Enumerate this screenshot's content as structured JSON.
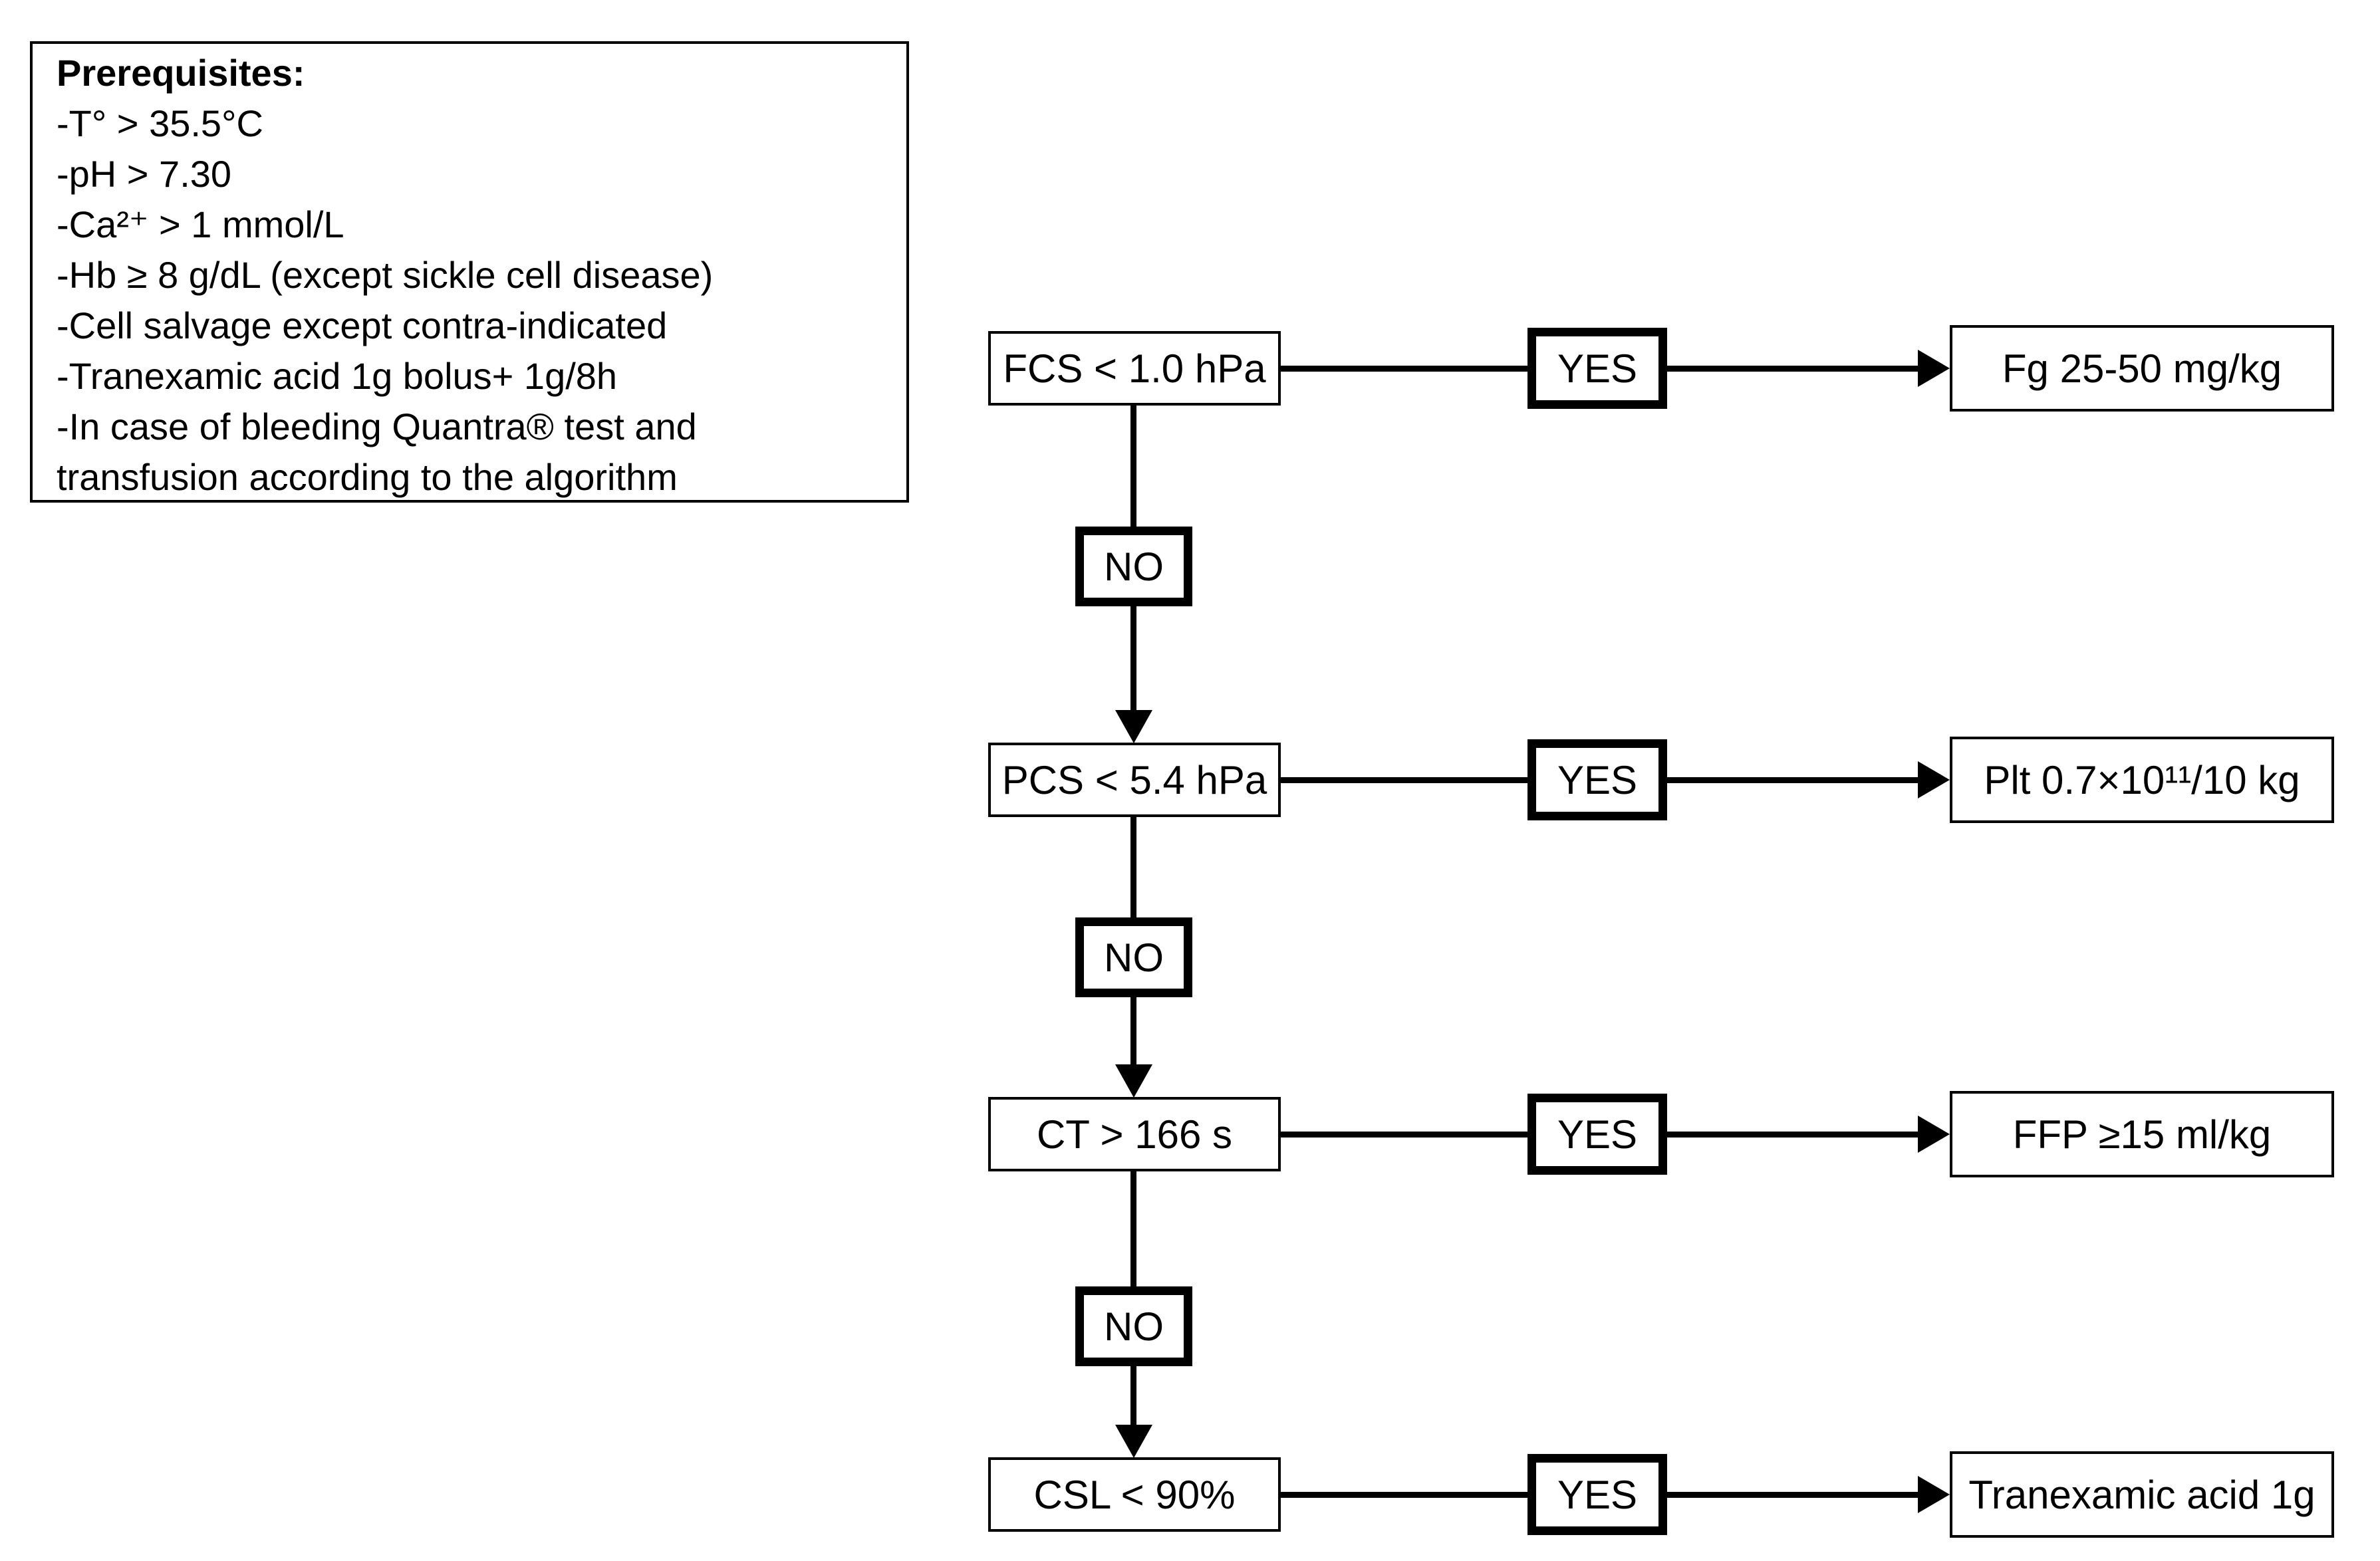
{
  "prerequisites": {
    "title": "Prerequisites:",
    "lines": [
      "-T° > 35.5°C",
      "-pH > 7.30",
      "-Ca²⁺ > 1 mmol/L",
      "-Hb ≥ 8 g/dL (except sickle cell disease)",
      "-Cell salvage except contra-indicated",
      "-Tranexamic acid 1g bolus+ 1g/8h",
      "-In case of bleeding Quantra® test and",
      "transfusion according to the algorithm"
    ]
  },
  "flowchart": {
    "yes_label": "YES",
    "no_label": "NO",
    "rows": [
      {
        "condition": "FCS < 1.0 hPa",
        "action": "Fg 25-50 mg/kg"
      },
      {
        "condition": "PCS < 5.4 hPa",
        "action": "Plt 0.7×10¹¹/10 kg"
      },
      {
        "condition": "CT > 166 s",
        "action": "FFP ≥15 ml/kg"
      },
      {
        "condition": "CSL < 90%",
        "action": "Tranexamic acid 1g"
      }
    ]
  },
  "colors": {
    "stroke": "#000000",
    "text": "#000000",
    "background": "#ffffff"
  }
}
